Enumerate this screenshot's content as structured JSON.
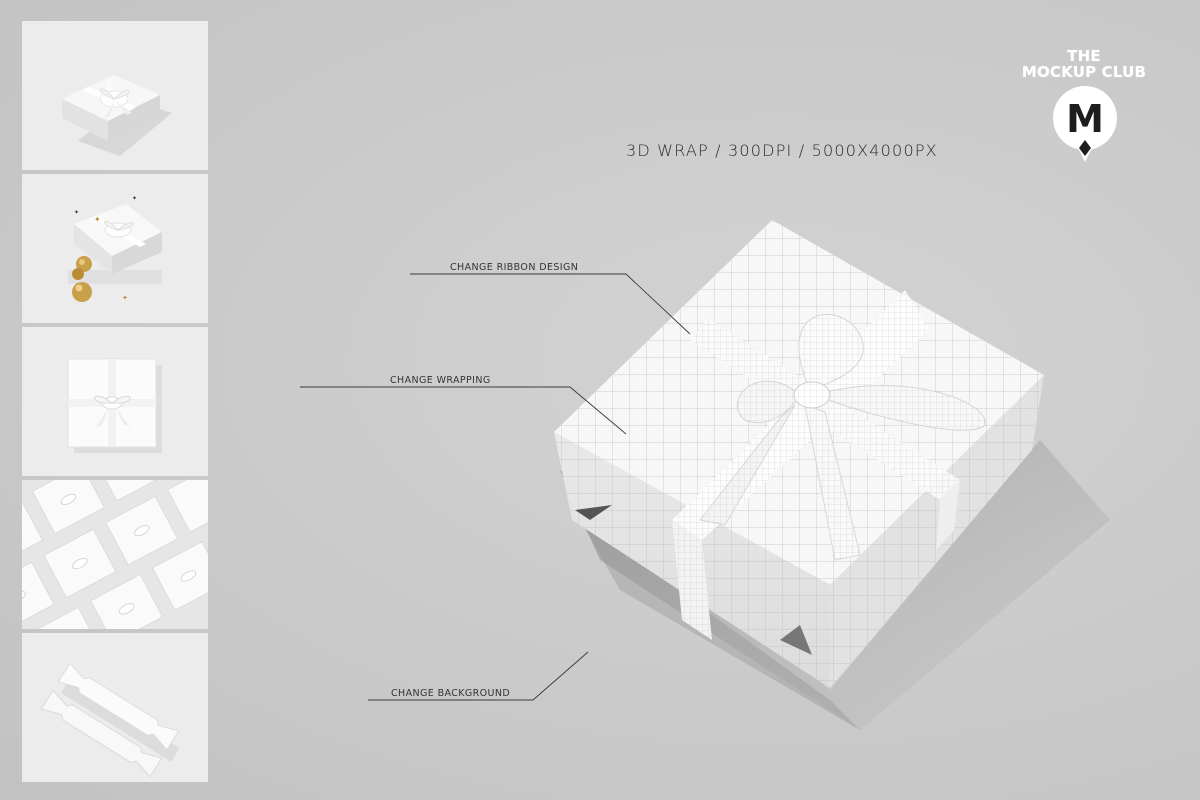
{
  "brand": {
    "line1": "THE",
    "line2": "MOCKUP CLUB",
    "mark_letter": "M"
  },
  "spec_text": "3D WRAP / 300DPI / 5000X4000PX",
  "callouts": {
    "ribbon": "CHANGE RIBBON DESIGN",
    "wrapping": "CHANGE WRAPPING",
    "background": "CHANGE BACKGROUND"
  },
  "thumbnails": [
    {
      "name": "single gift box top view"
    },
    {
      "name": "gift box with gold ornaments"
    },
    {
      "name": "flat gift box with bow"
    },
    {
      "name": "gift box pattern"
    },
    {
      "name": "christmas crackers"
    }
  ],
  "colors": {
    "background": "#c9c9c9",
    "thumb_bg": "#e9e9e9",
    "gold": "#c9a04a",
    "line": "#3a3a3a"
  }
}
